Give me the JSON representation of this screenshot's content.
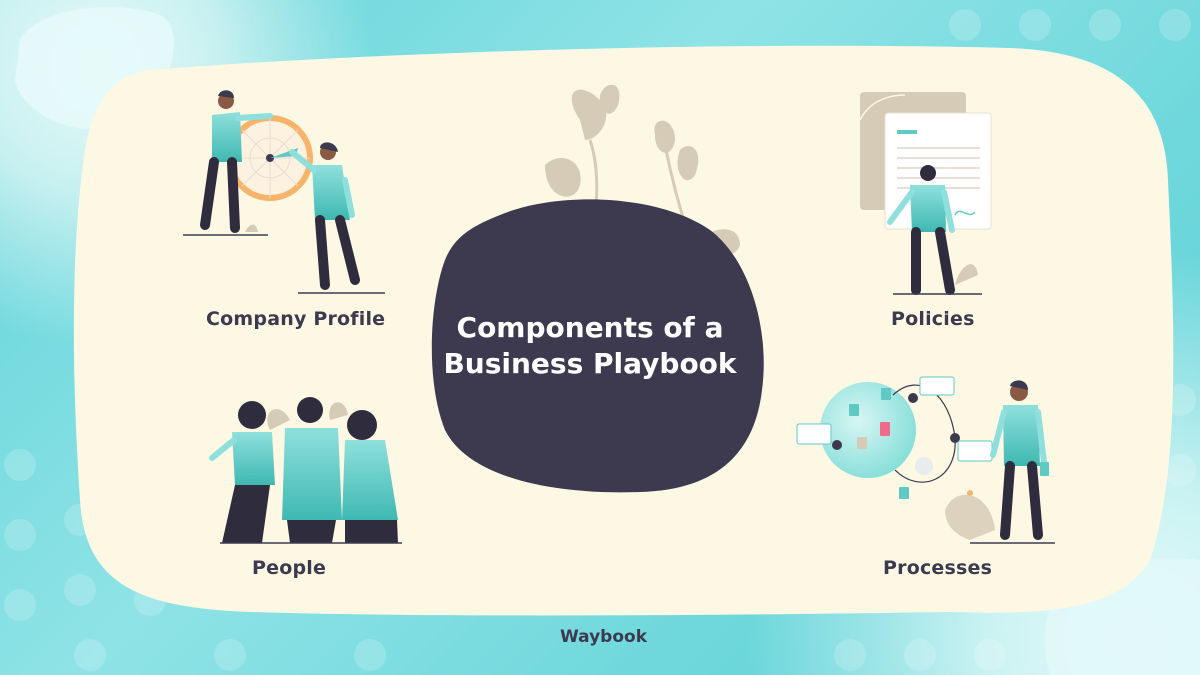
{
  "title": {
    "line1": "Components of a",
    "line2": "Business Playbook"
  },
  "components": {
    "company_profile": "Company Profile",
    "people": "People",
    "policies": "Policies",
    "processes": "Processes"
  },
  "brand": "Waybook",
  "colors": {
    "background_teal": "#6fd8dc",
    "panel_cream": "#fdf8e4",
    "blob_dark": "#3d3a50",
    "figure_teal": "#5fc9c4",
    "accent_orange": "#f6b46b",
    "leaf_beige": "#d6cbb7",
    "accent_pink": "#ef6b8b"
  }
}
